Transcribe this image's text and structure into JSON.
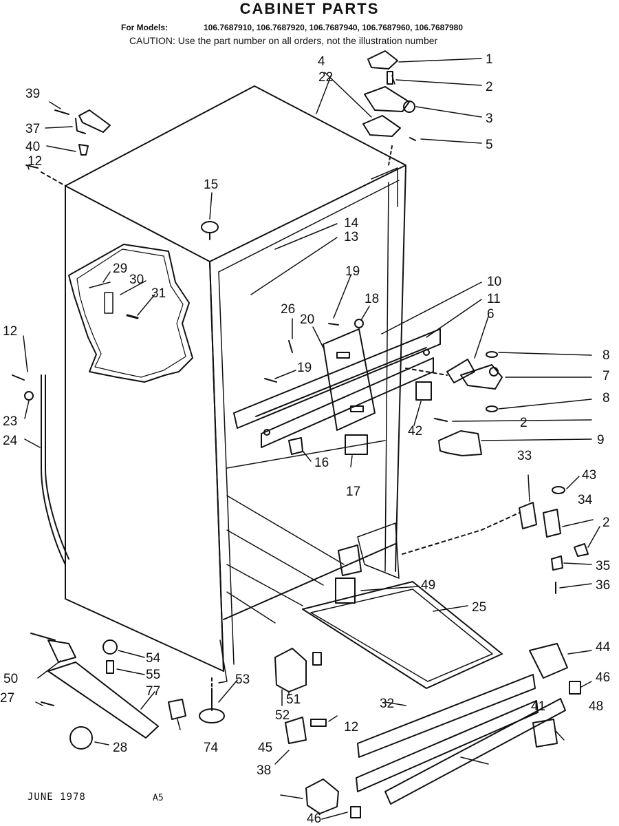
{
  "header": {
    "title": "CABINET PARTS",
    "models_label": "For Models:",
    "models": "106.7687910, 106.7687920, 106.7687940, 106.7687960, 106.7687980",
    "caution": "CAUTION: Use the part number on all orders, not the illustration number"
  },
  "footer": {
    "date": "JUNE 1978",
    "code": "A5"
  },
  "callouts": [
    "1",
    "2",
    "3",
    "4",
    "5",
    "6",
    "7",
    "8",
    "9",
    "10",
    "11",
    "12",
    "13",
    "14",
    "15",
    "16",
    "17",
    "18",
    "19",
    "20",
    "22",
    "23",
    "24",
    "25",
    "26",
    "27",
    "28",
    "29",
    "30",
    "31",
    "32",
    "33",
    "34",
    "35",
    "36",
    "37",
    "38",
    "39",
    "40",
    "41",
    "42",
    "43",
    "44",
    "45",
    "46",
    "48",
    "49",
    "50",
    "51",
    "52",
    "53",
    "54",
    "55",
    "74",
    "77"
  ]
}
